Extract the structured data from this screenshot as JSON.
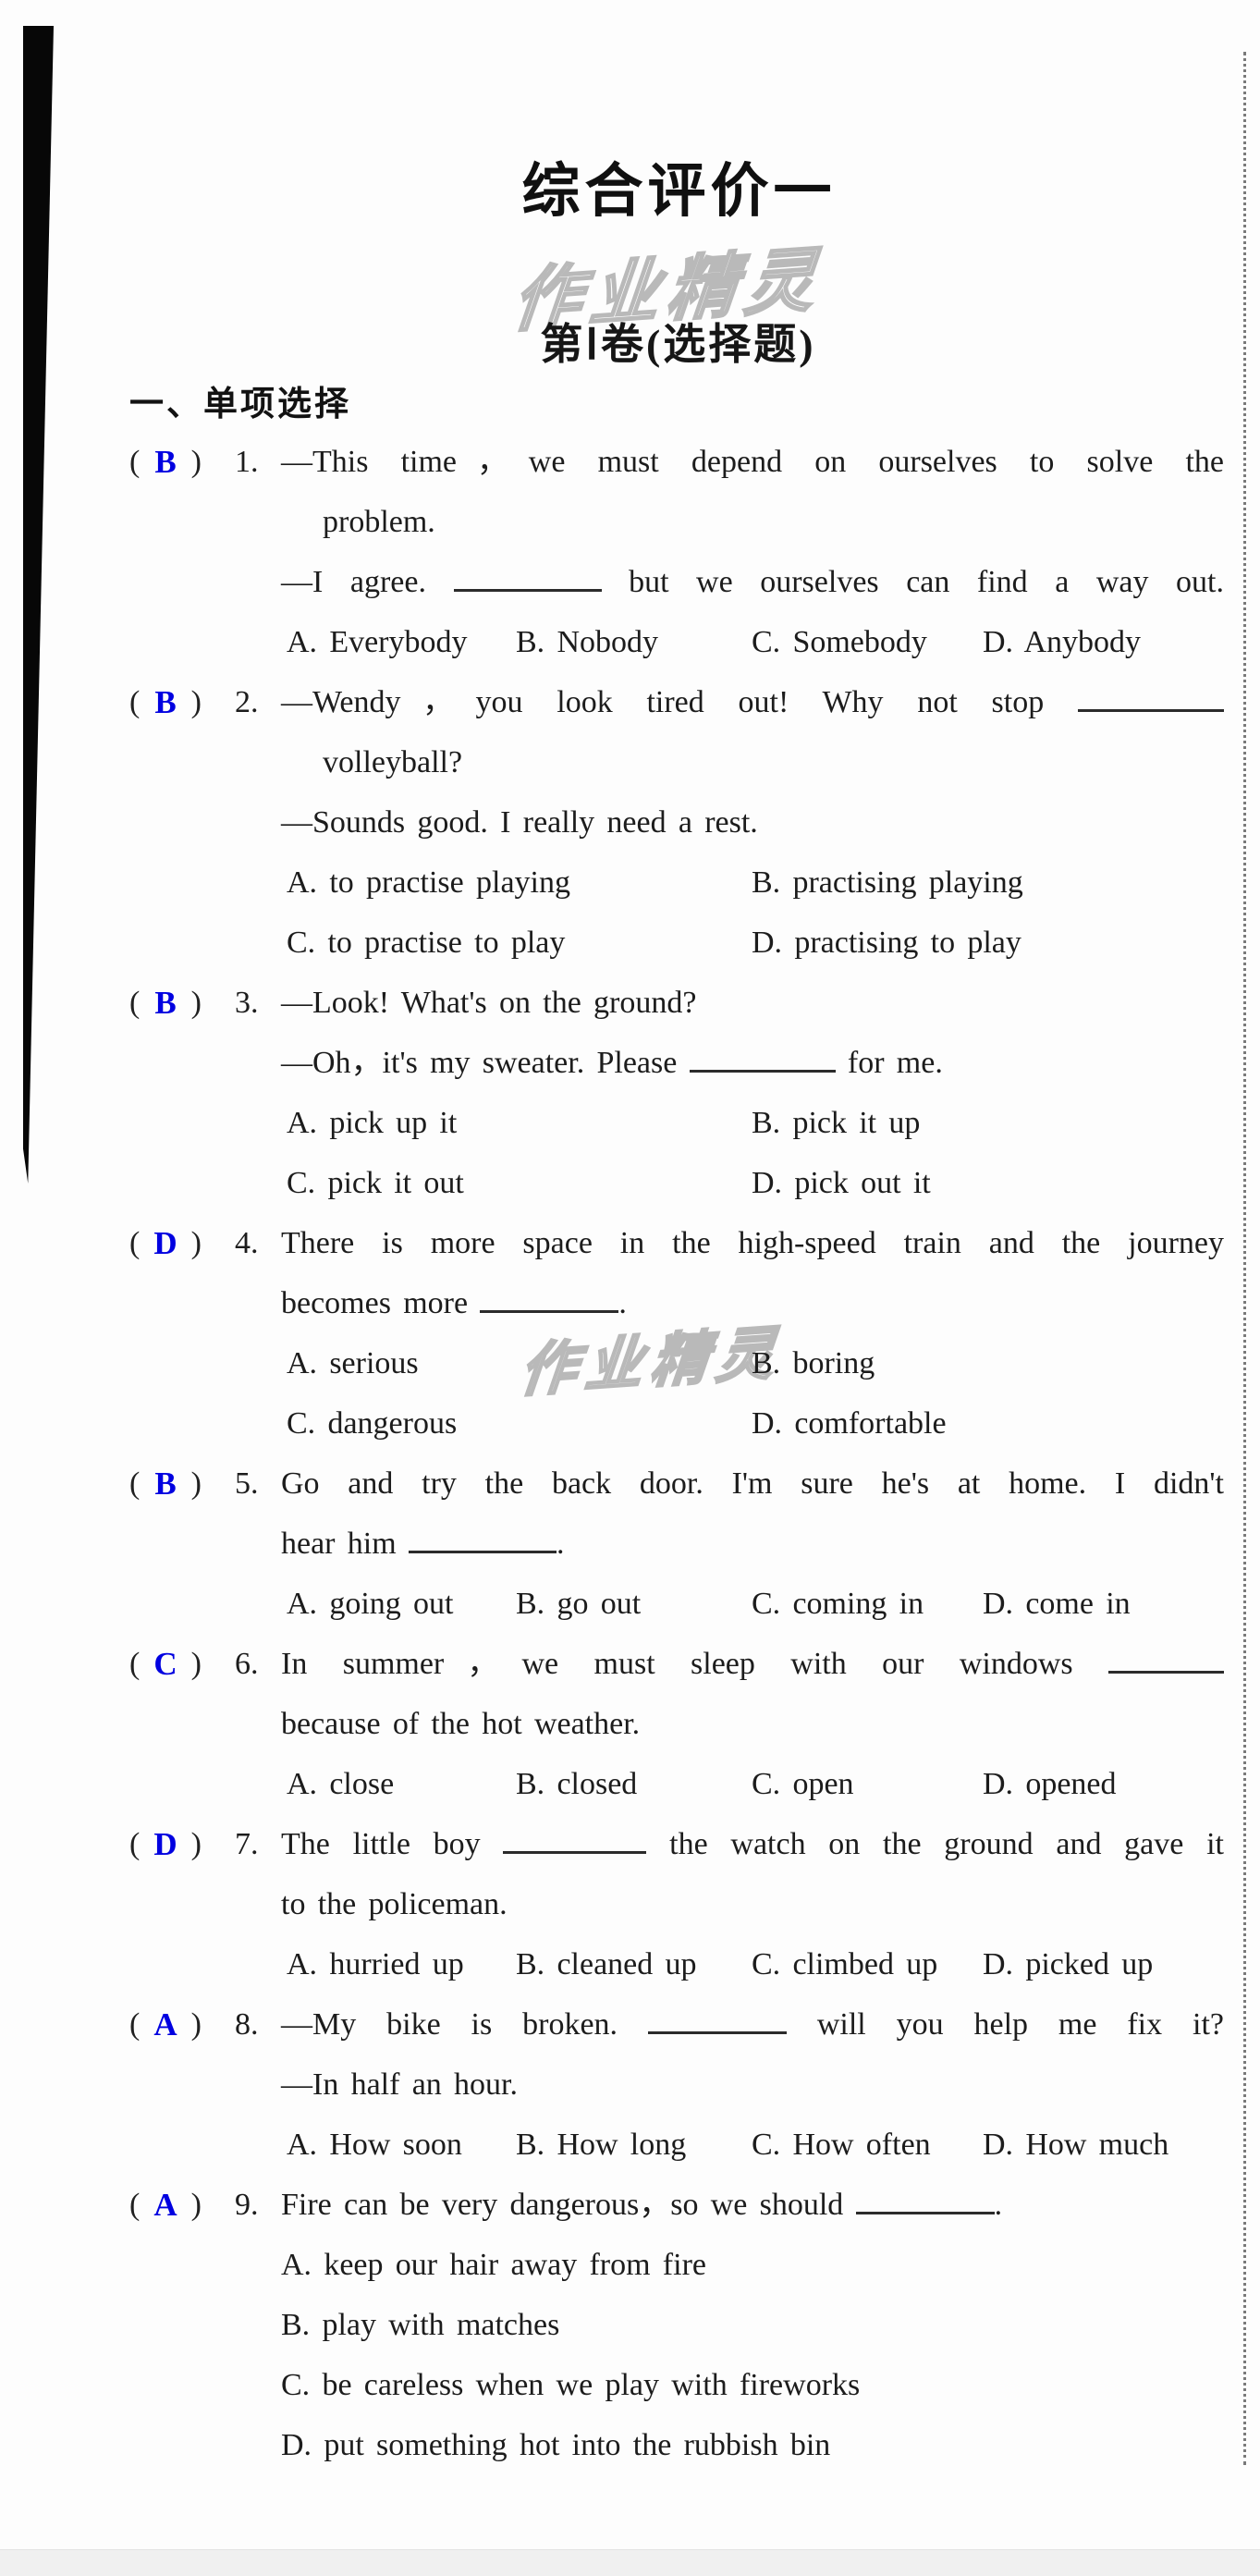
{
  "page": {
    "title": "综合评价一",
    "subtitle": "第Ⅰ卷(选择题)",
    "section_heading": "一、单项选择",
    "watermark": "作业精灵"
  },
  "colors": {
    "answer_blue": "#0000e0",
    "text": "#1c1c1c"
  },
  "questions": [
    {
      "answer": "B",
      "number": "1.",
      "lines": [
        {
          "justify": true,
          "parts": [
            {
              "text": "—This time，we must depend on ourselves to solve the"
            }
          ]
        },
        {
          "indent": 1,
          "parts": [
            {
              "text": "problem."
            }
          ]
        },
        {
          "justify": true,
          "parts": [
            {
              "text": "—I agree."
            },
            {
              "blank": 160
            },
            {
              "text": "but we ourselves can find a way out."
            }
          ]
        },
        {
          "cols": 4,
          "options": [
            "A. Everybody",
            "B. Nobody",
            "C. Somebody",
            "D. Anybody"
          ]
        }
      ]
    },
    {
      "answer": "B",
      "number": "2.",
      "lines": [
        {
          "justify": true,
          "parts": [
            {
              "text": "—Wendy，you look tired out! Why not stop"
            },
            {
              "blank": 158
            }
          ]
        },
        {
          "indent": 1,
          "parts": [
            {
              "text": "volleyball?"
            }
          ]
        },
        {
          "parts": [
            {
              "text": "—Sounds good. I really need a rest."
            }
          ]
        },
        {
          "cols": 2,
          "options": [
            "A. to practise playing",
            "B. practising playing"
          ]
        },
        {
          "cols": 2,
          "options": [
            "C. to practise to play",
            "D. practising to play"
          ]
        }
      ]
    },
    {
      "answer": "B",
      "number": "3.",
      "lines": [
        {
          "parts": [
            {
              "text": "—Look! What's on the ground?"
            }
          ]
        },
        {
          "parts": [
            {
              "text": "—Oh，it's my sweater. Please"
            },
            {
              "blank": 158
            },
            {
              "text": "for me."
            }
          ]
        },
        {
          "cols": 2,
          "options": [
            "A. pick up it",
            "B. pick it up"
          ]
        },
        {
          "cols": 2,
          "options": [
            "C. pick it out",
            "D. pick out it"
          ]
        }
      ]
    },
    {
      "answer": "D",
      "number": "4.",
      "lines": [
        {
          "justify": true,
          "parts": [
            {
              "text": "There is more space in the high-speed train and the journey"
            }
          ]
        },
        {
          "parts": [
            {
              "text": "becomes more"
            },
            {
              "blank": 150
            },
            {
              "text": "."
            }
          ]
        },
        {
          "cols": 2,
          "options": [
            "A. serious",
            "B. boring"
          ]
        },
        {
          "cols": 2,
          "options": [
            "C. dangerous",
            "D. comfortable"
          ]
        }
      ]
    },
    {
      "answer": "B",
      "number": "5.",
      "lines": [
        {
          "justify": true,
          "parts": [
            {
              "text": "Go and try the back door. I'm sure he's at home. I didn't"
            }
          ]
        },
        {
          "parts": [
            {
              "text": "hear him"
            },
            {
              "blank": 160
            },
            {
              "text": "."
            }
          ]
        },
        {
          "cols": 4,
          "options": [
            "A. going out",
            "B. go out",
            "C. coming in",
            "D. come in"
          ]
        }
      ]
    },
    {
      "answer": "C",
      "number": "6.",
      "lines": [
        {
          "justify": true,
          "parts": [
            {
              "text": "In summer，we must sleep with our windows"
            },
            {
              "blank": 125
            }
          ]
        },
        {
          "parts": [
            {
              "text": "because of the hot weather."
            }
          ]
        },
        {
          "cols": 4,
          "options": [
            "A. close",
            "B. closed",
            "C. open",
            "D. opened"
          ]
        }
      ]
    },
    {
      "answer": "D",
      "number": "7.",
      "lines": [
        {
          "justify": true,
          "parts": [
            {
              "text": "The little boy"
            },
            {
              "blank": 155
            },
            {
              "text": "the watch on the ground and gave it"
            }
          ]
        },
        {
          "parts": [
            {
              "text": "to the policeman."
            }
          ]
        },
        {
          "cols": 4,
          "options": [
            "A. hurried up",
            "B. cleaned up",
            "C. climbed up",
            "D. picked up"
          ]
        }
      ]
    },
    {
      "answer": "A",
      "number": "8.",
      "lines": [
        {
          "justify": true,
          "parts": [
            {
              "text": "—My bike is broken."
            },
            {
              "blank": 150
            },
            {
              "text": "will you help me fix it?"
            }
          ]
        },
        {
          "parts": [
            {
              "text": "—In half an hour."
            }
          ]
        },
        {
          "cols": 4,
          "options": [
            "A. How soon",
            "B. How long",
            "C. How often",
            "D. How much"
          ]
        }
      ]
    },
    {
      "answer": "A",
      "number": "9.",
      "lines": [
        {
          "parts": [
            {
              "text": "Fire can be very dangerous，so we should"
            },
            {
              "blank": 150
            },
            {
              "text": "."
            }
          ]
        },
        {
          "parts": [
            {
              "text": "A. keep our hair away from fire"
            }
          ]
        },
        {
          "parts": [
            {
              "text": "B. play with matches"
            }
          ]
        },
        {
          "parts": [
            {
              "text": "C. be careless when we play with fireworks"
            }
          ]
        },
        {
          "parts": [
            {
              "text": "D. put something hot into the rubbish bin"
            }
          ]
        }
      ]
    }
  ]
}
